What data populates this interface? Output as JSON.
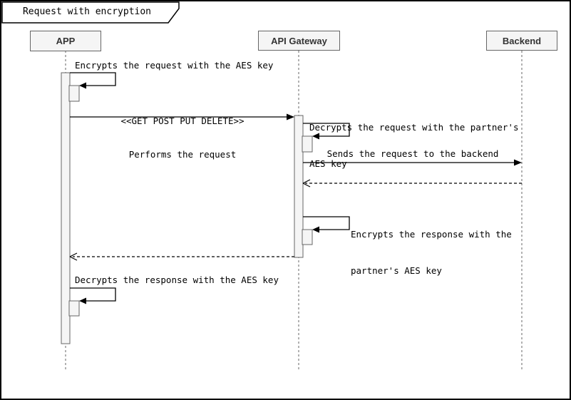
{
  "diagram": {
    "title": "Request with encryption"
  },
  "participants": [
    {
      "name": "APP"
    },
    {
      "name": "API Gateway"
    },
    {
      "name": "Backend"
    }
  ],
  "messages": [
    {
      "id": "encrypt-request",
      "label": "Encrypts the request with the AES key"
    },
    {
      "id": "perform-request",
      "stereotype": "<<GET POST PUT DELETE>>",
      "label": "Performs the request"
    },
    {
      "id": "decrypt-request",
      "line1": "Decrypts the request with the partner's",
      "line2": "AES key"
    },
    {
      "id": "send-to-backend",
      "label": "Sends the request to the backend"
    },
    {
      "id": "encrypt-response",
      "line1": "Encrypts the response with the",
      "line2": "partner's AES key"
    },
    {
      "id": "decrypt-response",
      "label": "Decrypts the response with the AES key"
    }
  ],
  "colors": {
    "line": "#000000",
    "lifeline": "#666666",
    "activation_fill": "#f5f5f5",
    "activation_border": "#666666",
    "participant_fill": "#f5f5f5",
    "participant_border": "#666666",
    "participant_text": "#333333",
    "message_text": "#000000"
  }
}
